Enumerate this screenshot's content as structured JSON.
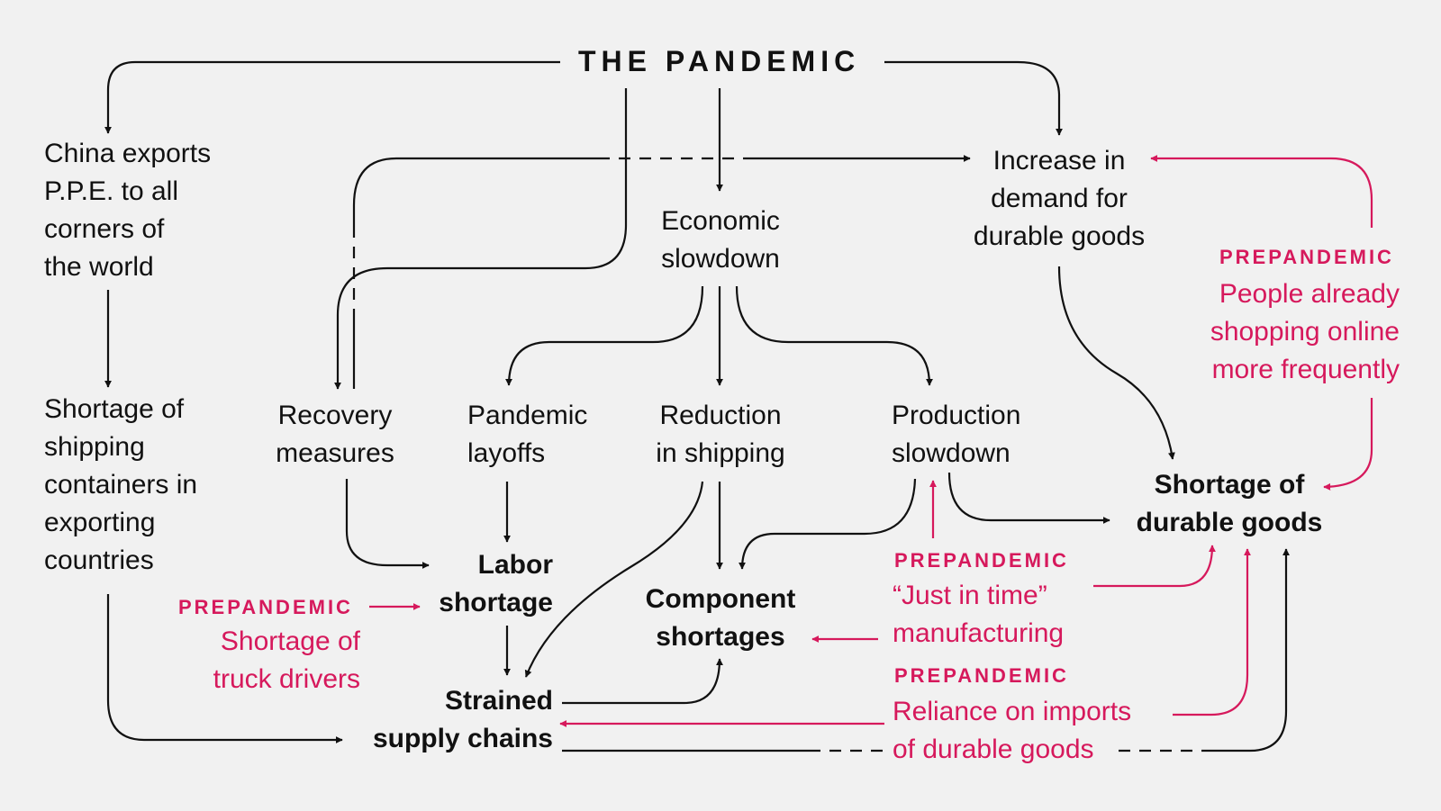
{
  "title": "THE PANDEMIC",
  "nodes": {
    "china_exports": [
      "China exports",
      "P.P.E. to all",
      "corners of",
      "the world"
    ],
    "shortage_containers": [
      "Shortage of",
      "shipping",
      "containers in",
      "exporting",
      "countries"
    ],
    "recovery_measures": [
      "Recovery",
      "measures"
    ],
    "economic_slowdown": [
      "Economic",
      "slowdown"
    ],
    "increase_demand": [
      "Increase in",
      "demand for",
      "durable goods"
    ],
    "pandemic_layoffs": [
      "Pandemic",
      "layoffs"
    ],
    "reduction_shipping": [
      "Reduction",
      "in shipping"
    ],
    "production_slowdown": [
      "Production",
      "slowdown"
    ],
    "shortage_durable": [
      "Shortage of",
      "durable goods"
    ],
    "labor_shortage": [
      "Labor",
      "shortage"
    ],
    "component_shortages": [
      "Component",
      "shortages"
    ],
    "strained_supply": [
      "Strained",
      "supply chains"
    ]
  },
  "prepandemic": {
    "tag": "PREPANDEMIC",
    "online": [
      "People already",
      "shopping online",
      "more frequently"
    ],
    "truck": [
      "Shortage of",
      "truck drivers"
    ],
    "jit": [
      "“Just in time”",
      "manufacturing"
    ],
    "imports": [
      "Reliance on imports",
      "of durable goods"
    ]
  },
  "colors": {
    "text": "#111111",
    "accent": "#d6195c",
    "background": "#f1f1f1"
  }
}
